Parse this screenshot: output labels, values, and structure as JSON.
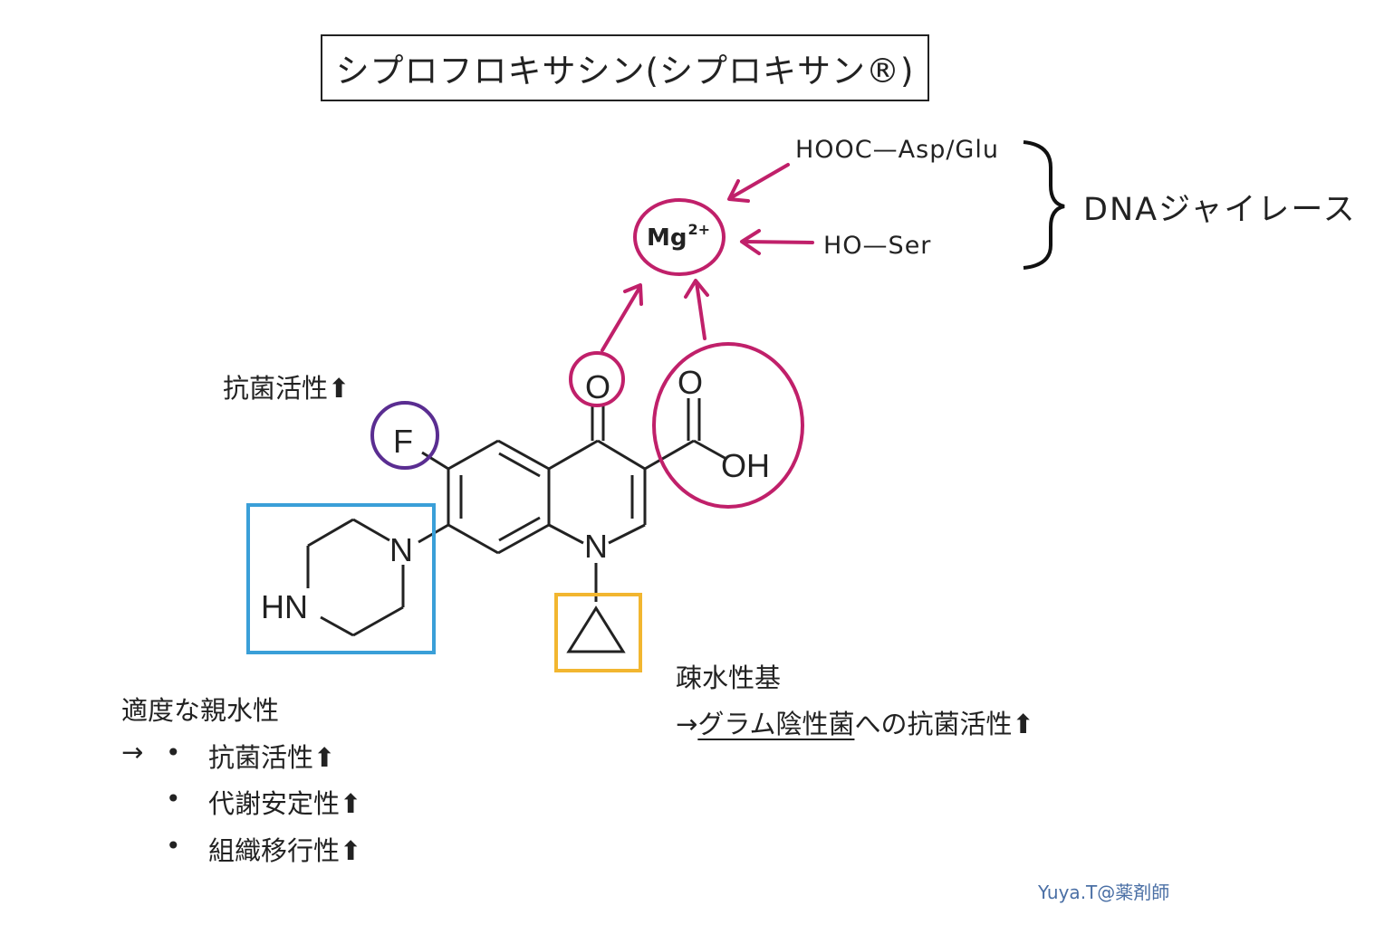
{
  "title": "シプロフロキサシン(シプロキサン®)",
  "mg": {
    "label": "Mg",
    "charge": "2+"
  },
  "enzyme": {
    "residue_1": "HOOC—Asp/Glu",
    "residue_2": "HO—Ser",
    "name": "DNAジャイレース"
  },
  "atoms": {
    "F": "F",
    "O_keto": "O",
    "O_acid": "O",
    "OH": "OH",
    "N1": "N",
    "N_pip": "N",
    "HN": "HN"
  },
  "fluorine_note": "抗菌活性⬆",
  "piperazine_note": {
    "heading": "適度な親水性",
    "arrow": "→",
    "items": [
      "抗菌活性⬆",
      "代謝安定性⬆",
      "組織移行性⬆"
    ]
  },
  "cyclopropyl_note": {
    "heading": "疎水性基",
    "line_prefix": "→",
    "line_underlined": "グラム陰性菌",
    "line_suffix": "への抗菌活性⬆"
  },
  "credit": "Yuya.T@薬剤師",
  "colors": {
    "magenta": "#c0206a",
    "purple": "#5a2d91",
    "blue": "#3a9fd8",
    "yellow": "#f2b630",
    "credit": "#4a6fa5"
  },
  "icons": {
    "bullet": "bullet-dot-icon",
    "up": "up-arrow-icon",
    "brace": "curly-brace-icon"
  }
}
